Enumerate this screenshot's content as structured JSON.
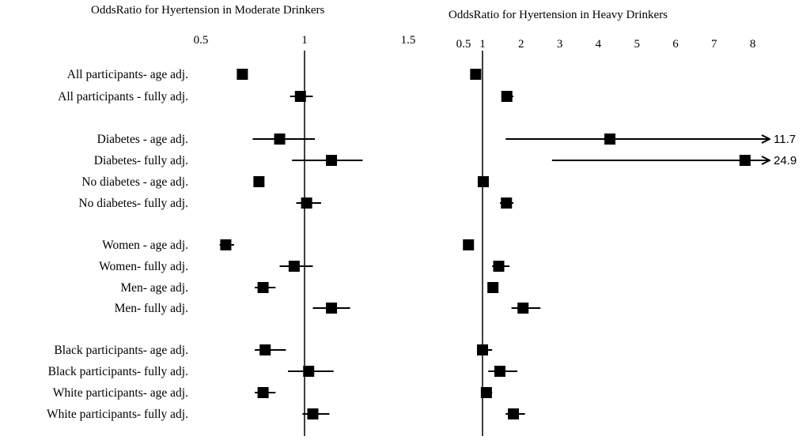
{
  "chart_data": [
    {
      "type": "forest",
      "title": "OddsRatio for Hyertension in Moderate Drinkers",
      "reference_line": 1,
      "ticks": [
        {
          "value": 0.5,
          "label": "0.5"
        },
        {
          "value": 1,
          "label": "1"
        },
        {
          "value": 1.5,
          "label": "1.5"
        }
      ],
      "rows": [
        {
          "label": "All participants- age adj.",
          "or": 0.7,
          "ci": null
        },
        {
          "label": "All participants - fully adj.",
          "or": 0.98,
          "ci": [
            0.93,
            1.04
          ]
        },
        {
          "label": "Diabetes - age adj.",
          "or": 0.88,
          "ci": [
            0.75,
            1.05
          ]
        },
        {
          "label": "Diabetes- fully adj.",
          "or": 1.13,
          "ci": [
            0.94,
            1.28
          ]
        },
        {
          "label": "No diabetes - age adj.",
          "or": 0.78,
          "ci": null
        },
        {
          "label": "No diabetes- fully adj.",
          "or": 1.01,
          "ci": [
            0.96,
            1.08
          ]
        },
        {
          "label": "Women - age adj.",
          "or": 0.62,
          "ci": [
            0.59,
            0.66
          ]
        },
        {
          "label": "Women- fully adj.",
          "or": 0.95,
          "ci": [
            0.88,
            1.04
          ]
        },
        {
          "label": "Men- age adj.",
          "or": 0.8,
          "ci": [
            0.76,
            0.86
          ]
        },
        {
          "label": "Men- fully adj.",
          "or": 1.13,
          "ci": [
            1.04,
            1.22
          ]
        },
        {
          "label": "Black participants- age adj.",
          "or": 0.81,
          "ci": [
            0.76,
            0.91
          ]
        },
        {
          "label": "Black participants- fully adj.",
          "or": 1.02,
          "ci": [
            0.92,
            1.14
          ]
        },
        {
          "label": "White participants- age adj.",
          "or": 0.8,
          "ci": [
            0.76,
            0.86
          ]
        },
        {
          "label": "White participants- fully adj.",
          "or": 1.04,
          "ci": [
            0.99,
            1.12
          ]
        }
      ]
    },
    {
      "type": "forest",
      "title": "OddsRatio for Hyertension in Heavy Drinkers",
      "reference_line": 1,
      "ticks": [
        {
          "value": 0.5,
          "label": "0.5"
        },
        {
          "value": 1,
          "label": "1"
        },
        {
          "value": 2,
          "label": "2"
        },
        {
          "value": 3,
          "label": "3"
        },
        {
          "value": 4,
          "label": "4"
        },
        {
          "value": 5,
          "label": "5"
        },
        {
          "value": 6,
          "label": "6"
        },
        {
          "value": 7,
          "label": "7"
        },
        {
          "value": 8,
          "label": "8"
        }
      ],
      "rows": [
        {
          "label": "All participants- age adj.",
          "or": 0.82,
          "ci": null
        },
        {
          "label": "All participants - fully adj.",
          "or": 1.63,
          "ci": [
            1.5,
            1.8
          ]
        },
        {
          "label": "Diabetes - age adj.",
          "or": 4.3,
          "ci": [
            1.6,
            11.7
          ],
          "upper_label": "11.7"
        },
        {
          "label": "Diabetes- fully adj.",
          "or": 7.8,
          "ci": [
            2.8,
            24.9
          ],
          "upper_label": "24.9"
        },
        {
          "label": "No diabetes - age adj.",
          "or": 1.02,
          "ci": null
        },
        {
          "label": "No diabetes- fully adj.",
          "or": 1.62,
          "ci": [
            1.45,
            1.8
          ]
        },
        {
          "label": "Women - age adj.",
          "or": 0.63,
          "ci": null
        },
        {
          "label": "Women- fully adj.",
          "or": 1.42,
          "ci": [
            1.25,
            1.7
          ]
        },
        {
          "label": "Men- age adj.",
          "or": 1.27,
          "ci": [
            1.15,
            1.4
          ]
        },
        {
          "label": "Men- fully adj.",
          "or": 2.05,
          "ci": [
            1.75,
            2.5
          ]
        },
        {
          "label": "Black participants- age adj.",
          "or": 1.0,
          "ci": [
            0.9,
            1.25
          ]
        },
        {
          "label": "Black participants- fully adj.",
          "or": 1.45,
          "ci": [
            1.15,
            1.9
          ]
        },
        {
          "label": "White participants- age adj.",
          "or": 1.1,
          "ci": [
            1.0,
            1.25
          ]
        },
        {
          "label": "White participants- fully adj.",
          "or": 1.8,
          "ci": [
            1.6,
            2.1
          ]
        }
      ]
    }
  ]
}
